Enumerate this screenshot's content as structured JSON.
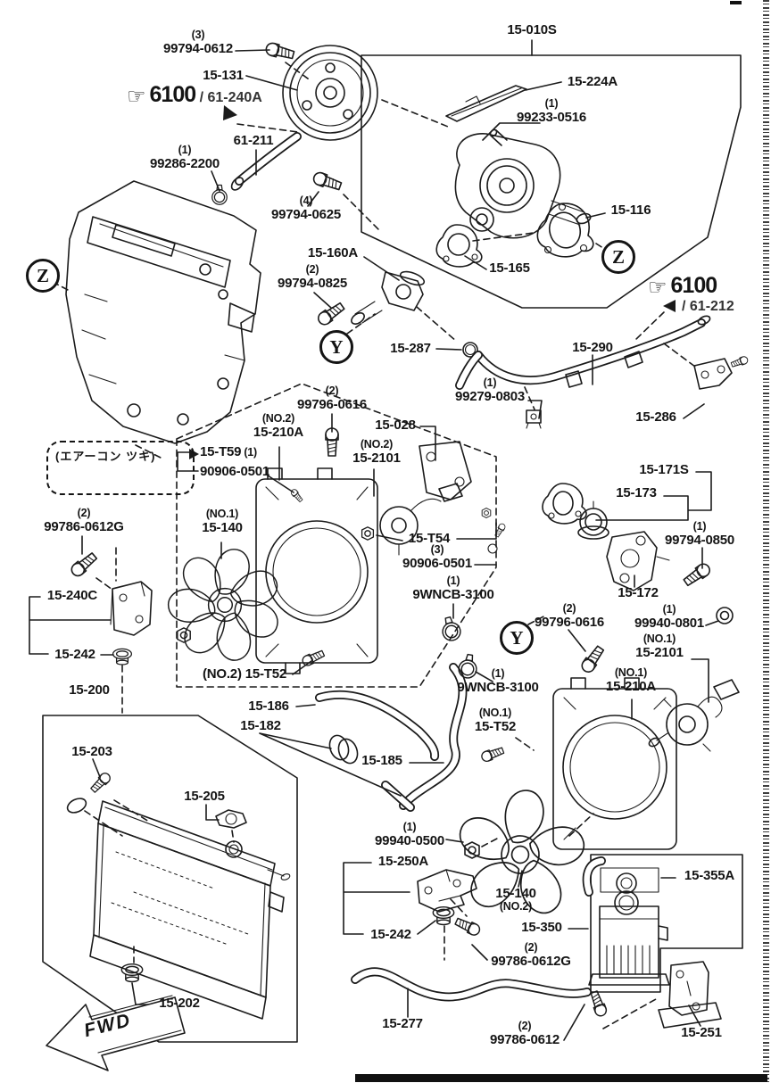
{
  "views": {
    "z": "Z",
    "y": "Y"
  },
  "callouts": [
    {
      "hand": "☞",
      "code": "6100",
      "ref": "/ 61-240A"
    },
    {
      "hand": "☞",
      "code": "6100",
      "ref": "/ 61-212"
    }
  ],
  "note": {
    "text": "(エアーコン ツキ)"
  },
  "fwd": {
    "label": "FWD"
  },
  "labels": [
    {
      "qty": "(3)",
      "pn": "99794-0612"
    },
    {
      "pn": "15-131"
    },
    {
      "pn": "61-211"
    },
    {
      "qty": "(1)",
      "pn": "99286-2200"
    },
    {
      "qty": "(4)",
      "pn": "99794-0625"
    },
    {
      "pn": "15-010S"
    },
    {
      "pn": "15-224A"
    },
    {
      "qty": "(1)",
      "pn": "99233-0516"
    },
    {
      "pn": "15-116"
    },
    {
      "pn": "15-165"
    },
    {
      "pn": "15-160A"
    },
    {
      "qty": "(2)",
      "pn": "99794-0825"
    },
    {
      "pn": "15-287"
    },
    {
      "pn": "15-290"
    },
    {
      "qty": "(1)",
      "pn": "99279-0803"
    },
    {
      "pn": "15-286"
    },
    {
      "qty": "(2)",
      "pn": "99796-0616"
    },
    {
      "qty": "(NO.2)",
      "pn": "15-210A"
    },
    {
      "pn": "15-028"
    },
    {
      "qty": "(NO.2)",
      "pn": "15-2101"
    },
    {
      "pn": "15-T59",
      "r": "(1)"
    },
    {
      "pn": "90906-0501"
    },
    {
      "qty": "(NO.1)",
      "pn": "15-140"
    },
    {
      "pn": "15-T54"
    },
    {
      "qty": "(3)",
      "pn": "90906-0501"
    },
    {
      "pn": "15-171S"
    },
    {
      "pn": "15-173"
    },
    {
      "qty": "(1)",
      "pn": "99794-0850"
    },
    {
      "pn": "15-172"
    },
    {
      "qty": "(2)",
      "pn": "99796-0616"
    },
    {
      "qty": "(1)",
      "pn": "99940-0801"
    },
    {
      "qty": "(NO.1)",
      "pn": "15-2101"
    },
    {
      "qty": "(1)",
      "pn": "9WNCB-3100"
    },
    {
      "qty": "(1)",
      "pn": "9WNCB-3100"
    },
    {
      "qty": "(NO.1)",
      "pn": "15-210A"
    },
    {
      "qty": "(2)",
      "pn": "99786-0612G"
    },
    {
      "pn": "15-240C"
    },
    {
      "pn": "15-242"
    },
    {
      "pn": "(NO.2) 15-T52"
    },
    {
      "pn": "15-200"
    },
    {
      "pn": "15-186"
    },
    {
      "pn": "15-182"
    },
    {
      "qty": "(NO.1)",
      "pn": "15-T52"
    },
    {
      "pn": "15-185"
    },
    {
      "pn": "15-203"
    },
    {
      "pn": "15-205"
    },
    {
      "qty": "(1)",
      "pn": "99940-0500"
    },
    {
      "pn": "15-250A"
    },
    {
      "pn": "15-140",
      "sub": "(NO.2)"
    },
    {
      "pn": "15-242"
    },
    {
      "pn": "15-350"
    },
    {
      "qty": "(2)",
      "pn": "99786-0612G"
    },
    {
      "pn": "15-355A"
    },
    {
      "pn": "15-202"
    },
    {
      "pn": "15-277"
    },
    {
      "qty": "(2)",
      "pn": "99786-0612"
    },
    {
      "pn": "15-251"
    }
  ]
}
